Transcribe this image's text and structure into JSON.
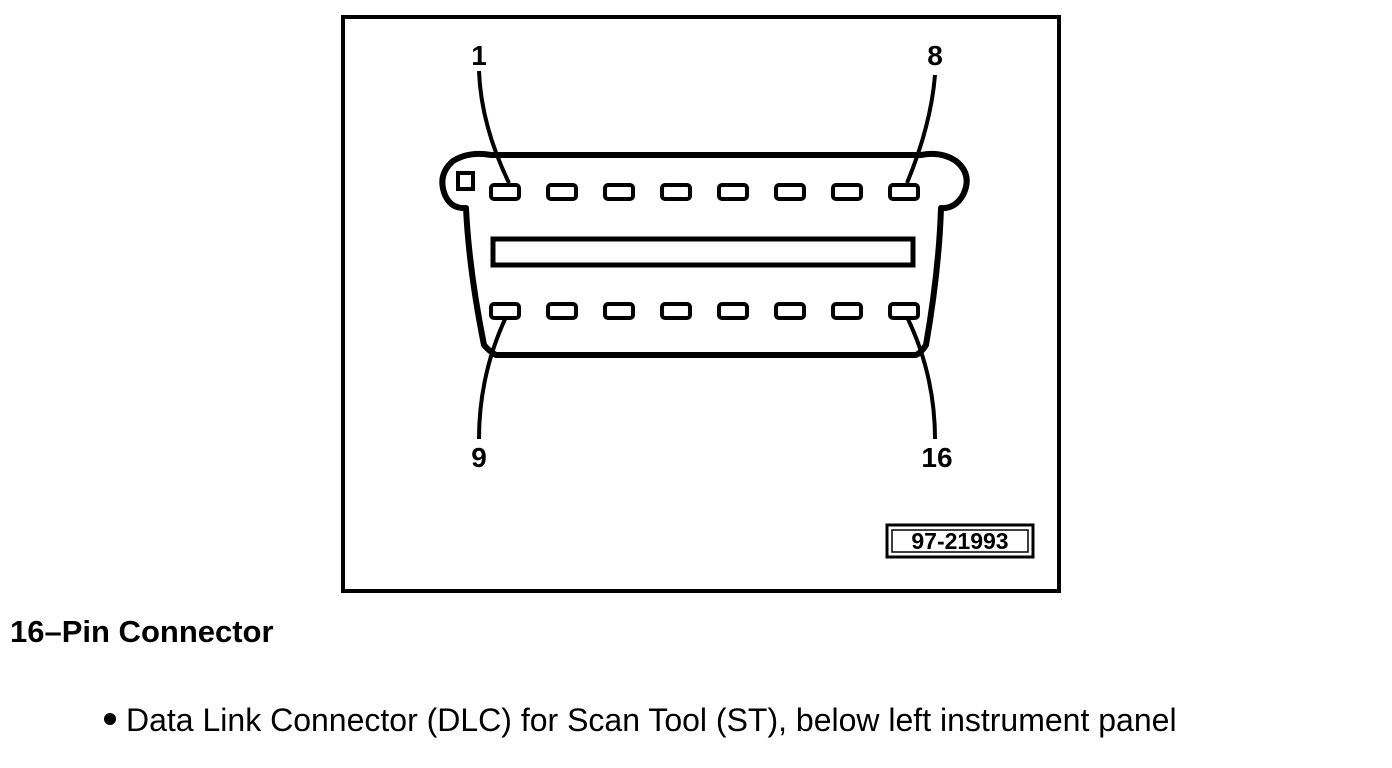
{
  "diagram": {
    "pin_labels": {
      "top_left": "1",
      "top_right": "8",
      "bottom_left": "9",
      "bottom_right": "16"
    },
    "pins_per_row": 8,
    "figure_code": "97-21993"
  },
  "caption": {
    "title": "16–Pin Connector",
    "bullet": "Data Link Connector (DLC) for Scan Tool (ST), below left instrument panel"
  }
}
